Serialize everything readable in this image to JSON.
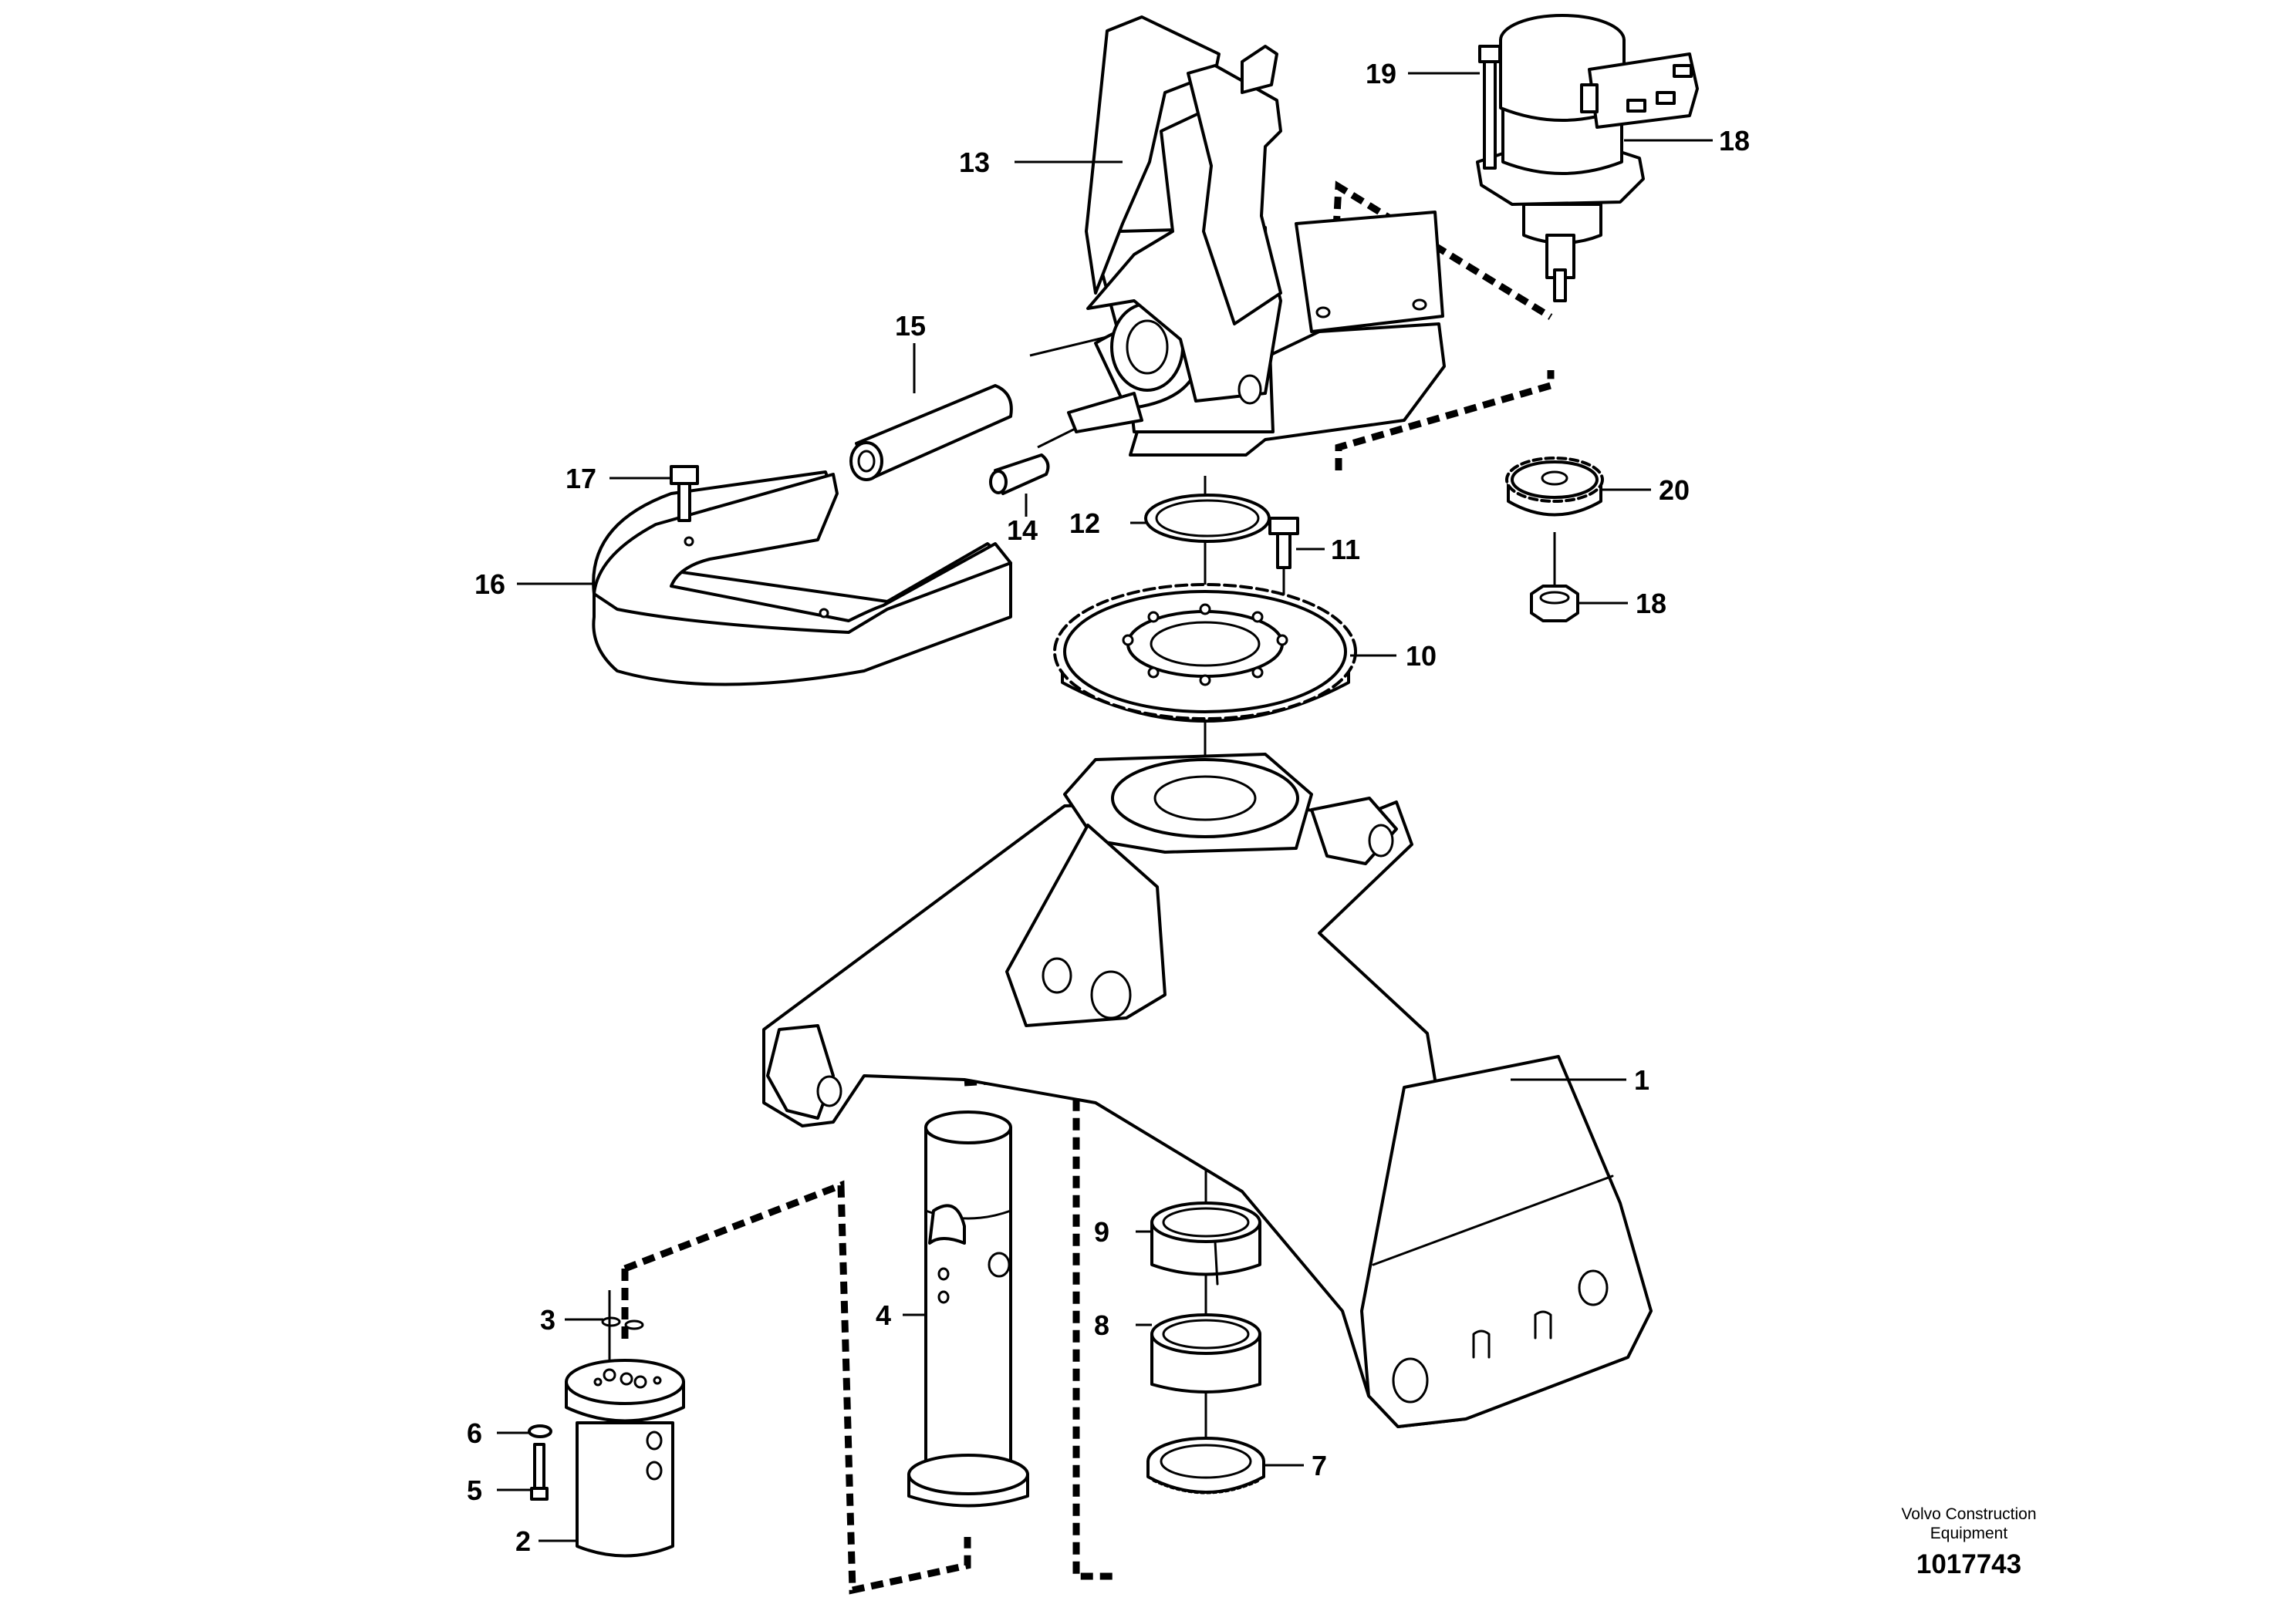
{
  "callouts": {
    "c1": "1",
    "c2": "2",
    "c3": "3",
    "c4": "4",
    "c5": "5",
    "c6": "6",
    "c7": "7",
    "c8": "8",
    "c9": "9",
    "c10": "10",
    "c11": "11",
    "c12": "12",
    "c13": "13",
    "c14": "14",
    "c15": "15",
    "c16": "16",
    "c17": "17",
    "c18a": "18",
    "c18b": "18",
    "c19": "19",
    "c20": "20"
  },
  "footer": {
    "credit_line1": "Volvo Construction",
    "credit_line2": "Equipment",
    "drawing_number": "1017743"
  }
}
